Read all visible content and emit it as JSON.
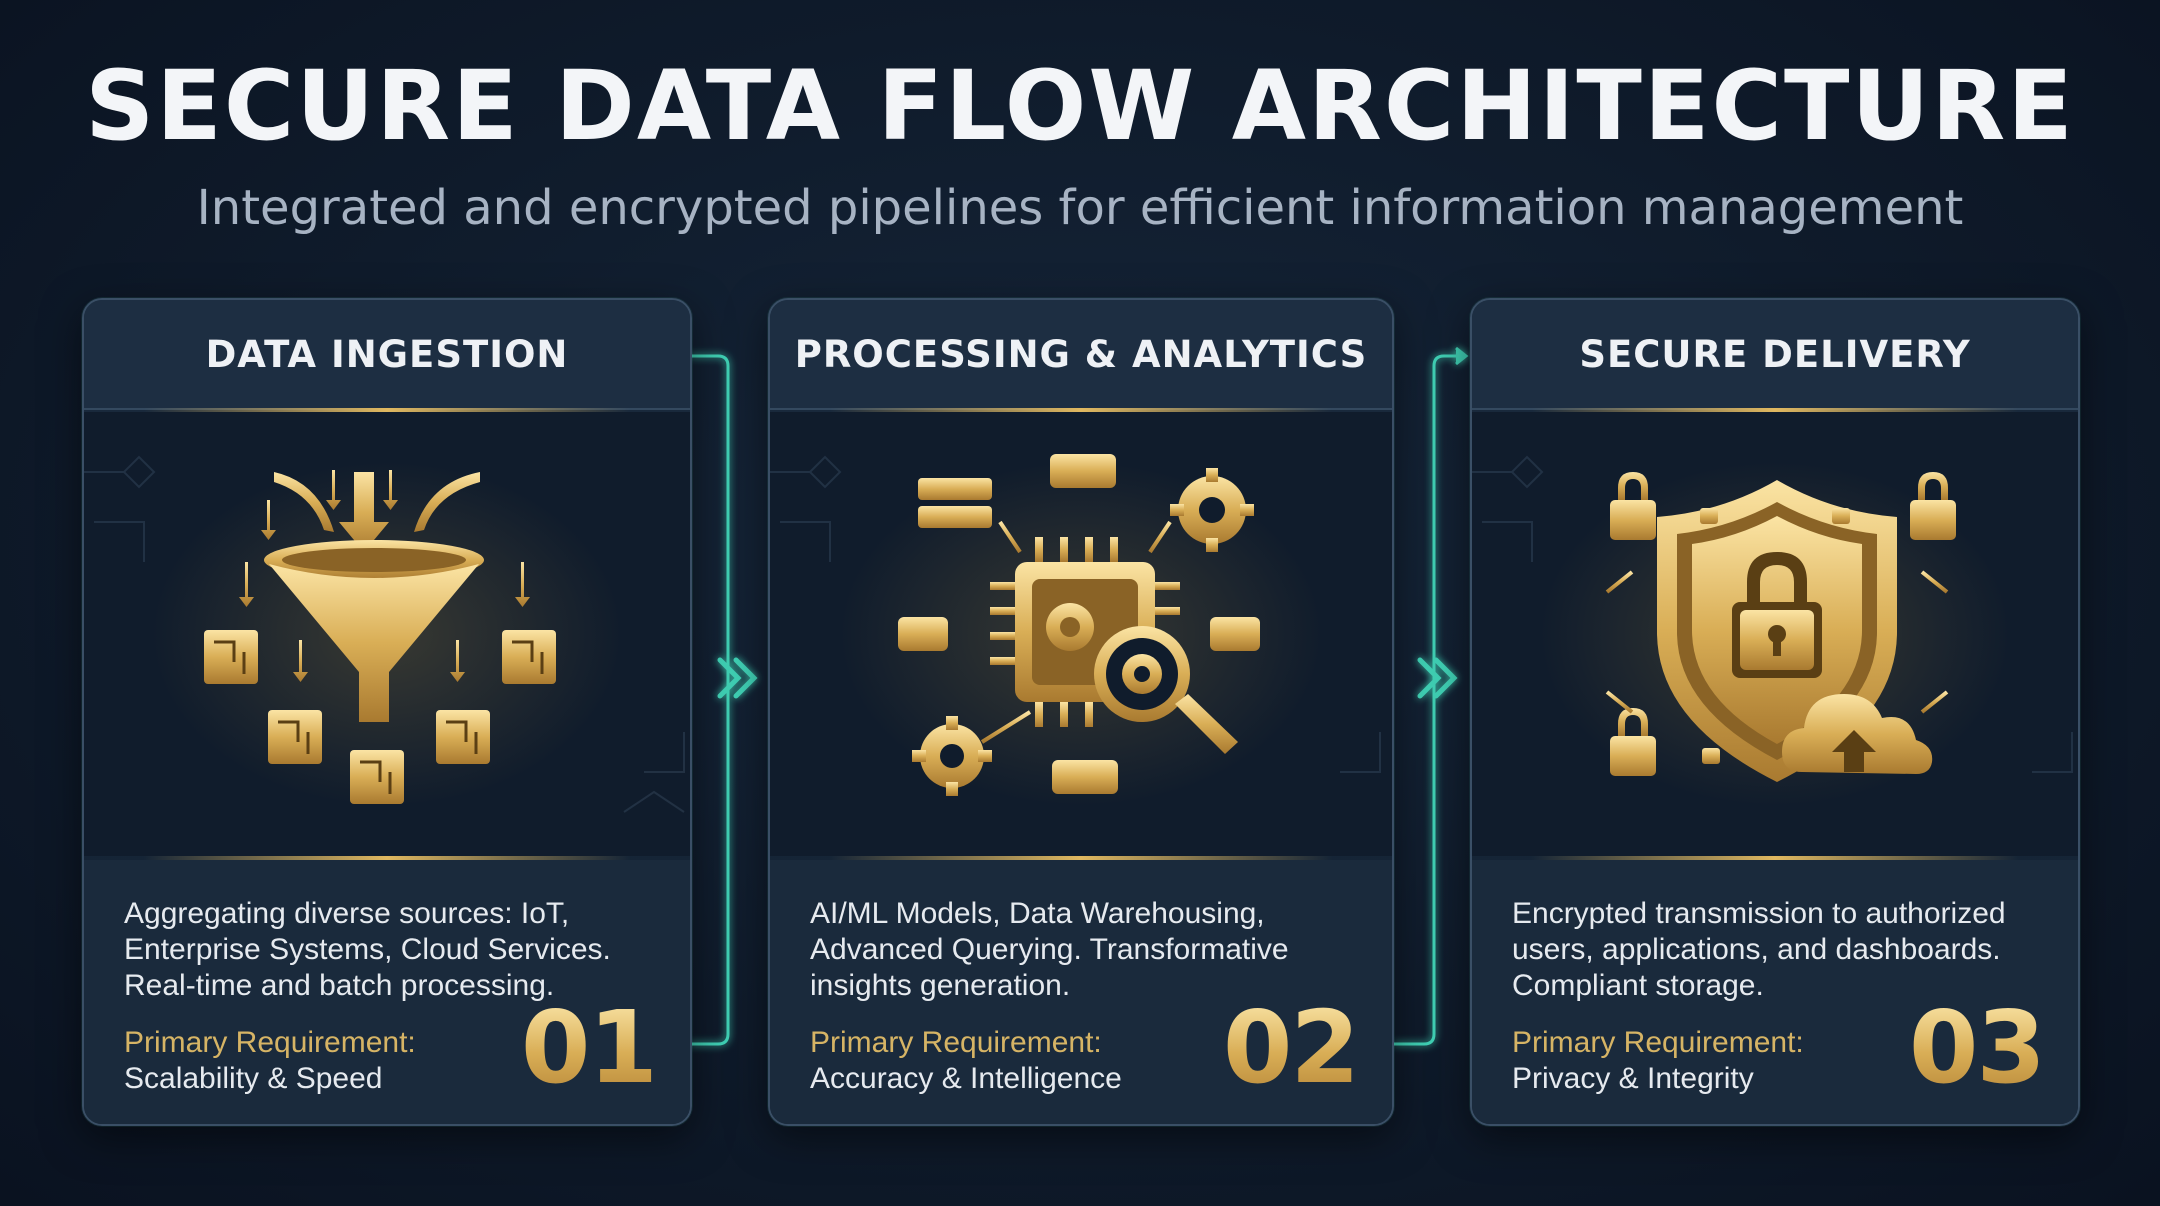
{
  "header": {
    "title": "SECURE DATA FLOW ARCHITECTURE",
    "subtitle": "Integrated and encrypted pipelines for efficient information management"
  },
  "colors": {
    "background": "#0f1b2b",
    "gold": "#d9ae56",
    "teal": "#3fd1b5",
    "card": "#1a2a3d"
  },
  "cards": [
    {
      "title": "DATA INGESTION",
      "icon": "funnel-icon",
      "desc": [
        "Aggregating diverse sources: IoT,",
        "Enterprise Systems, Cloud Services.",
        "Real-time and batch processing."
      ],
      "req_label": "Primary Requirement:",
      "req_value": "Scalability & Speed",
      "number": "01"
    },
    {
      "title": "PROCESSING & ANALYTICS",
      "icon": "processor-icon",
      "desc": [
        "AI/ML Models, Data Warehousing,",
        "Advanced Querying. Transformative",
        "insights generation."
      ],
      "req_label": "Primary Requirement:",
      "req_value": "Accuracy & Intelligence",
      "number": "02"
    },
    {
      "title": "SECURE DELIVERY",
      "icon": "shield-lock-icon",
      "desc": [
        "Encrypted transmission to authorized",
        "users, applications, and dashboards.",
        "Compliant storage."
      ],
      "req_label": "Primary Requirement:",
      "req_value": "Privacy & Integrity",
      "number": "03"
    }
  ]
}
